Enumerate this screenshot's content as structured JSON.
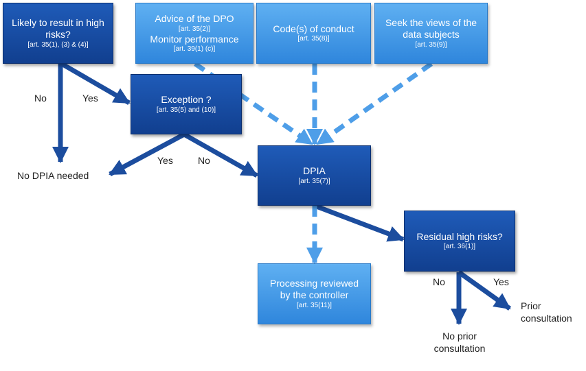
{
  "boxes": {
    "likely": {
      "title": "Likely to result in high risks?",
      "ref": "[art. 35(1), (3) & (4)]"
    },
    "advice": {
      "title": "Advice of the DPO",
      "ref": "[art. 35(2)]",
      "title2": "Monitor performance",
      "ref2": "[art. 39(1) (c)]"
    },
    "codes": {
      "title": "Code(s) of conduct",
      "ref": "[art. 35(8)]"
    },
    "views": {
      "title": "Seek the views of the data subjects",
      "ref": "[art. 35(9)]"
    },
    "exception": {
      "title": "Exception ?",
      "ref": "[art. 35(5) and (10)]"
    },
    "dpia": {
      "title": "DPIA",
      "ref": "[art. 35(7)]"
    },
    "residual": {
      "title": "Residual high risks?",
      "ref": "[art. 36(1)]"
    },
    "processing": {
      "title": "Processing reviewed by the controller",
      "ref": "[art. 35(11)]"
    }
  },
  "labels": {
    "no1": "No",
    "yes1": "Yes",
    "yes2": "Yes",
    "no2": "No",
    "no3": "No",
    "yes3": "Yes",
    "no_dpia": "No DPIA needed",
    "prior": "Prior consultation",
    "no_prior": "No prior consultation"
  },
  "colors": {
    "dark_box": "#1a4fa8",
    "light_box": "#3f98e6",
    "solid_arrow": "#1c4d9e",
    "dashed_arrow": "#4e9ee8"
  }
}
